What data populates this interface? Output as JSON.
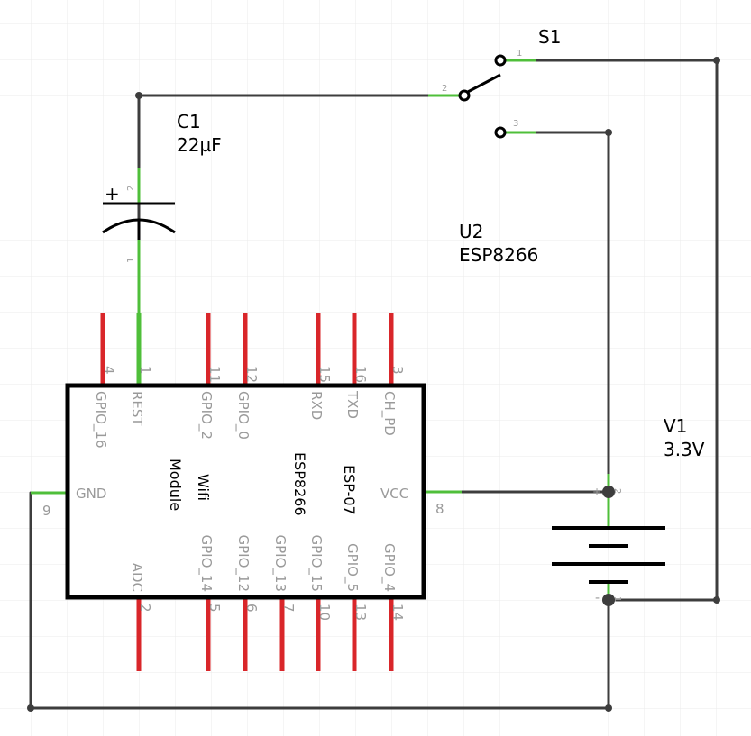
{
  "colors": {
    "grid": "#ebebeb",
    "wire": "#3d3d3d",
    "pin_unconnected": "#d9262a",
    "pin_connected": "#4fbf3a",
    "pin_label": "#9a9a9a",
    "ink": "#000000"
  },
  "components": {
    "c1": {
      "ref": "C1",
      "value": "22µF",
      "plus": "+",
      "pin_top": "2",
      "pin_bottom": "1"
    },
    "s1": {
      "ref": "S1",
      "pin_common": "2",
      "pin_a": "1",
      "pin_b": "3"
    },
    "u2": {
      "ref": "U2",
      "value": "ESP8266",
      "body_text": [
        "ESP-07",
        "ESP8266",
        "Wifi",
        "Module"
      ],
      "top_pins": [
        {
          "num": "4",
          "name": "GPIO_16"
        },
        {
          "num": "1",
          "name": "REST"
        },
        {
          "num": "11",
          "name": "GPIO_2"
        },
        {
          "num": "12",
          "name": "GPIO_0"
        },
        {
          "num": "15",
          "name": "RXD"
        },
        {
          "num": "16",
          "name": "TXD"
        },
        {
          "num": "3",
          "name": "CH_PD"
        }
      ],
      "bottom_pins": [
        {
          "num": "2",
          "name": "ADC"
        },
        {
          "num": "5",
          "name": "GPIO_14"
        },
        {
          "num": "6",
          "name": "GPIO_12"
        },
        {
          "num": "7",
          "name": "GPIO_13"
        },
        {
          "num": "10",
          "name": "GPIO_15"
        },
        {
          "num": "13",
          "name": "GPIO_5"
        },
        {
          "num": "14",
          "name": "GPIO_4"
        }
      ],
      "left_pin": {
        "num": "9",
        "name": "GND"
      },
      "right_pin": {
        "num": "8",
        "name": "VCC"
      }
    },
    "v1": {
      "ref": "V1",
      "value": "3.3V",
      "plus": "+",
      "minus": "-",
      "pin_top": "2",
      "pin_bottom": "1"
    }
  }
}
